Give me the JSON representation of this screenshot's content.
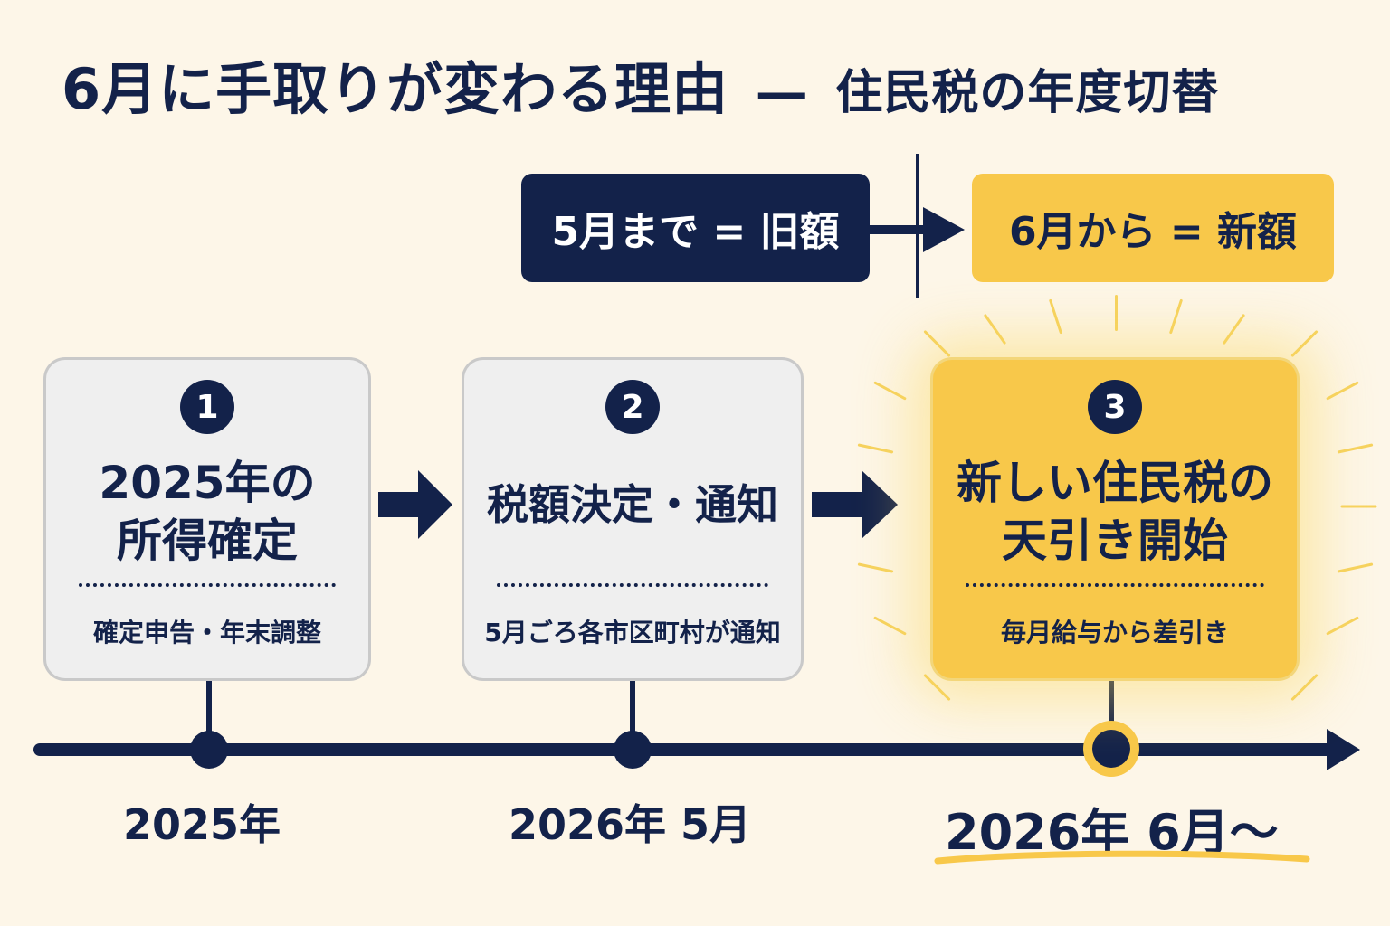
{
  "title": {
    "main": "6月に手取りが変わる理由",
    "dash": "―",
    "subtitle": "住民税の年度切替"
  },
  "legend": {
    "old_label": "5月まで = 旧額",
    "new_label": "6月から = 新額"
  },
  "steps": [
    {
      "number": "1",
      "title_line1": "2025年の",
      "title_line2": "所得確定",
      "note": "確定申告・年末調整",
      "date": "2025年"
    },
    {
      "number": "2",
      "title_line1": "税額決定・通知",
      "note": "5月ごろ各市区町村が通知",
      "date": "2026年 5月"
    },
    {
      "number": "3",
      "title_line1": "新しい住民税の",
      "title_line2": "天引き開始",
      "note": "毎月給与から差引き",
      "date": "2026年 6月〜"
    }
  ],
  "colors": {
    "navy": "#13224a",
    "highlight": "#f8c84a",
    "card_gray": "#efefef",
    "background": "#fdf6e8"
  }
}
